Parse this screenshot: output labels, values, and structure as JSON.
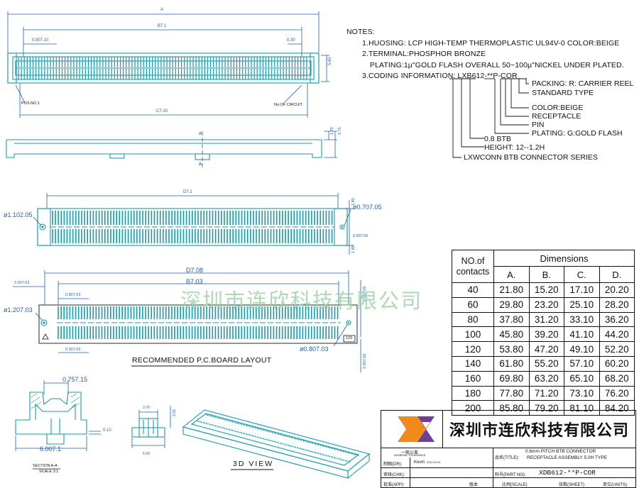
{
  "notes": {
    "heading": "NOTES:",
    "line1": "1.HUOSING: LCP HIGH-TEMP THERMOPLASTIC UL94V-0  COLOR:BEIGE",
    "line2": "2.TERMINAL:PHOSPHOR BRONZE",
    "line3": "PLATING:1µ\"GOLD FLASH OVERALL 50~100µ\"NICKEL UNDER PLATED.",
    "line4": "3.CODING INFORMATION: LXB612-**P-COR"
  },
  "coding": {
    "packing": "PACKING: R: CARRIER REEL",
    "standard": "STANDARD TYPE",
    "color": "COLOR:BEIGE",
    "receptacle": "RECEPTACLE",
    "pin": "PIN",
    "plating": "PLATING: G:GOLD FLASH",
    "pitch": "0.8  BTB",
    "height": "HEIGHT: 12--1.2H",
    "series": "LXWCONN  BTB  CONNECTOR SERIES"
  },
  "table": {
    "col_contacts": "NO.of contacts",
    "col_dimensions": "Dimensions",
    "headers": [
      "A.",
      "B.",
      "C.",
      "D."
    ],
    "rows": [
      [
        "40",
        "21.80",
        "15.20",
        "17.10",
        "20.20"
      ],
      [
        "60",
        "29.80",
        "23.20",
        "25.10",
        "28.20"
      ],
      [
        "80",
        "37.80",
        "31.20",
        "33.10",
        "36.20"
      ],
      [
        "100",
        "45.80",
        "39.20",
        "41.10",
        "44.20"
      ],
      [
        "120",
        "53.80",
        "47.20",
        "49.10",
        "52.20"
      ],
      [
        "140",
        "61.80",
        "55.20",
        "57.10",
        "60.20"
      ],
      [
        "160",
        "69.80",
        "63.20",
        "65.10",
        "68.20"
      ],
      [
        "180",
        "77.80",
        "71.20",
        "73.10",
        "76.20"
      ],
      [
        "200",
        "85.80",
        "79.20",
        "81.10",
        "84.20"
      ]
    ]
  },
  "drawing": {
    "top_dim_a": "A",
    "top_dim_b": "B7.1",
    "top_dim_pitch": "0.807.10",
    "top_dim_right": "0.30",
    "top_dim_c": "C7.10",
    "top_dim_height": "5.60",
    "pos_label": "POS.NO.1",
    "noof_label": "No.OF CIRCUIT",
    "section_a": "A",
    "side_dim1": "1.70",
    "side_dim2": "3.75",
    "pcb_dim_d": "D7.1",
    "pcb_hole_left": "ø1.102.05",
    "pcb_hole_right": "ø0.707.05",
    "pcb_dim_180": "1.80",
    "pcb_dim_507": "0.507.05",
    "pcb_dim_180b": "1.80",
    "pcb2_d": "D7.08",
    "pcb2_b": "B7.03",
    "pcb2_left": "2.507.03",
    "pcb2_pitch": "0.807.03",
    "pcb2_hole": "ø1.207.03",
    "pcb2_hole_r": "ø0.807.03",
    "pcb2_bottom": "0.507.03",
    "pcb2_right": "2.007.05",
    "pcb2_right2": "2.007.05",
    "pcb2_badge": "120",
    "pcb_title": "RECOMMENDED  P.C.BOARD  LAYOUT",
    "sec_dim_top": "0.757.15",
    "sec_dim_bottom": "6.007.1",
    "sec_dim_side": "0.10",
    "sec_title": "SECTION A-A",
    "sec_scale": "SCALE 3:1",
    "end_dim1": "3.76",
    "end_dim2": "2.55",
    "end_dim3": "6.00",
    "view3d": "3D  VIEW",
    "watermark": "深圳市连欣科技有限公司"
  },
  "titleblock": {
    "company": "深圳市连欣科技有限公司",
    "tolerance": "一般公差",
    "tolerance_en": "GENERAL TOLERANCE",
    "product_label": "品名(TITLE):",
    "product1": "0.8mm PITCH BTB CONNECTOR",
    "product2": "RECEPTACLE ASSEMBLY 5.0H TYPE",
    "part_label": "料号(PART NO):",
    "part_no": "XDB612-**P-COR",
    "drawn_label": "制图(DR):",
    "drawn_name": "Kevin",
    "drawn_date": "2011.01.01",
    "check_label": "审核(CHK):",
    "approve_label": "批准(APP):",
    "ver_label": "版本",
    "scale_label": "比例(SCALE)",
    "sheet_label": "张数(SHEET)",
    "unit_label": "单位(UNITS)"
  },
  "colors": {
    "line": "#1a9aa8",
    "dim": "#1e5fb3",
    "ink": "#111111",
    "watermark": "#9ad0a0",
    "logo_orange": "#f08a1c",
    "logo_purple": "#6b3fa0"
  }
}
